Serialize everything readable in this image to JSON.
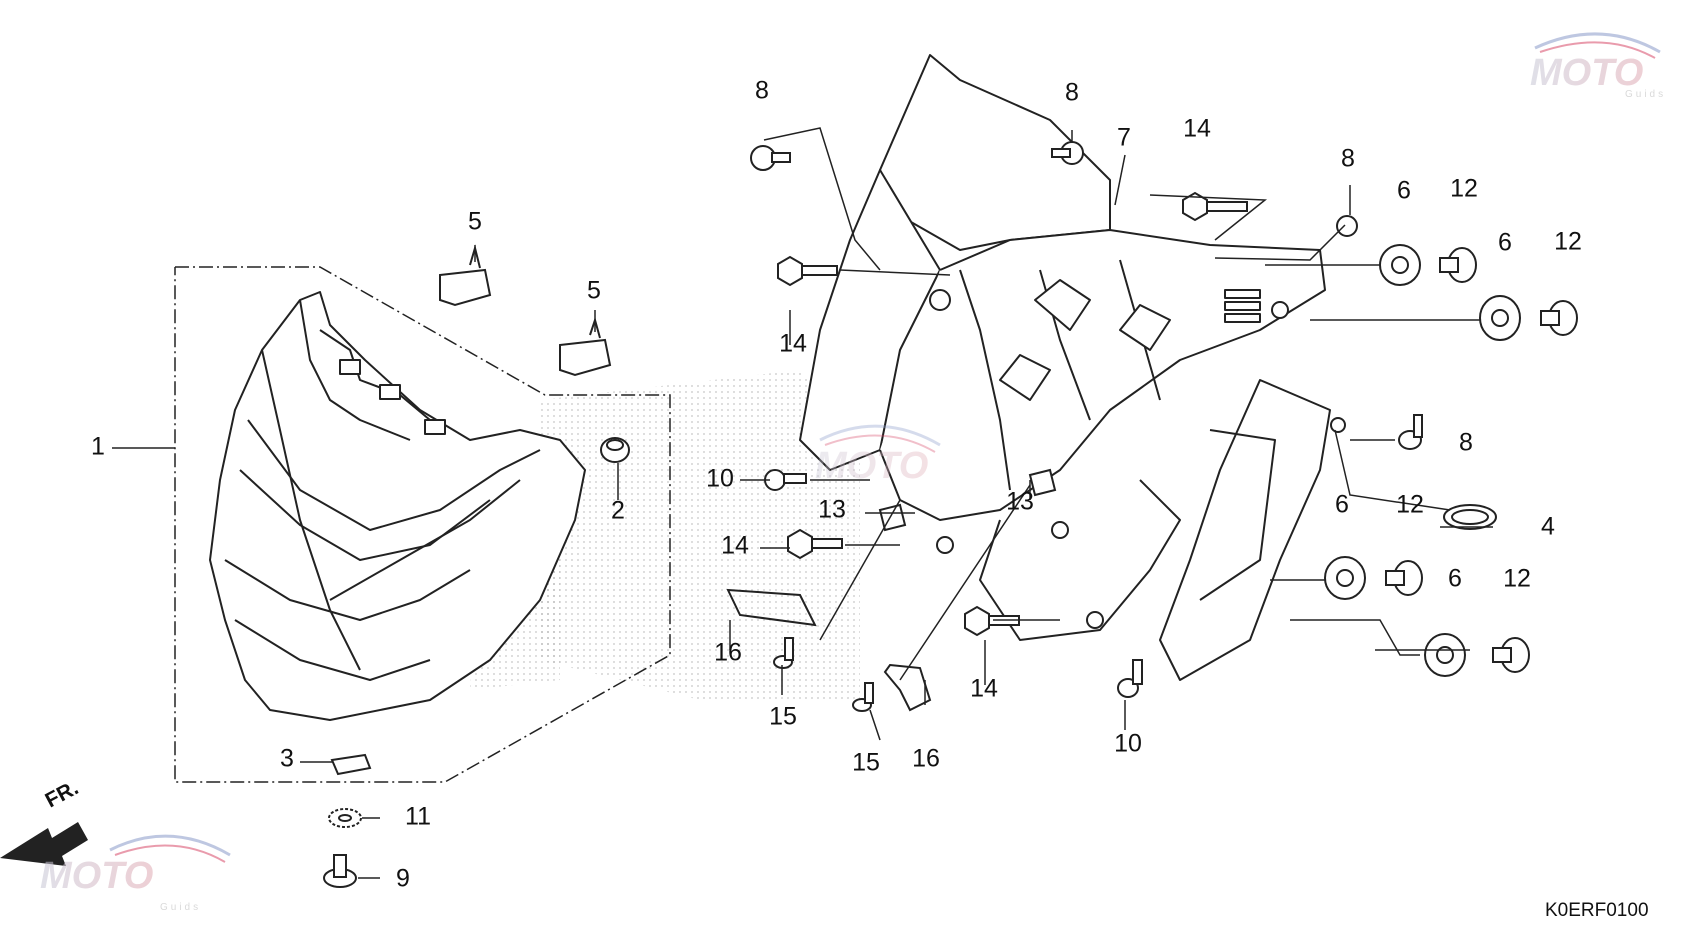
{
  "diagram_code": "K0ERF0100",
  "direction_label": "FR.",
  "watermark": {
    "brand": "MOTO",
    "sub": "Guids"
  },
  "callouts": [
    {
      "id": "c1",
      "label": "1"
    },
    {
      "id": "c2",
      "label": "2"
    },
    {
      "id": "c3",
      "label": "3"
    },
    {
      "id": "c4",
      "label": "4"
    },
    {
      "id": "c5a",
      "label": "5"
    },
    {
      "id": "c5b",
      "label": "5"
    },
    {
      "id": "c6a",
      "label": "6"
    },
    {
      "id": "c6b",
      "label": "6"
    },
    {
      "id": "c6c",
      "label": "6"
    },
    {
      "id": "c6d",
      "label": "6"
    },
    {
      "id": "c7",
      "label": "7"
    },
    {
      "id": "c8a",
      "label": "8"
    },
    {
      "id": "c8b",
      "label": "8"
    },
    {
      "id": "c8c",
      "label": "8"
    },
    {
      "id": "c8d",
      "label": "8"
    },
    {
      "id": "c9",
      "label": "9"
    },
    {
      "id": "c10a",
      "label": "10"
    },
    {
      "id": "c10b",
      "label": "10"
    },
    {
      "id": "c11",
      "label": "11"
    },
    {
      "id": "c12a",
      "label": "12"
    },
    {
      "id": "c12b",
      "label": "12"
    },
    {
      "id": "c12c",
      "label": "12"
    },
    {
      "id": "c12d",
      "label": "12"
    },
    {
      "id": "c13a",
      "label": "13"
    },
    {
      "id": "c13b",
      "label": "13"
    },
    {
      "id": "c14a",
      "label": "14"
    },
    {
      "id": "c14b",
      "label": "14"
    },
    {
      "id": "c14c",
      "label": "14"
    },
    {
      "id": "c14d",
      "label": "14"
    },
    {
      "id": "c15a",
      "label": "15"
    },
    {
      "id": "c15b",
      "label": "15"
    },
    {
      "id": "c16a",
      "label": "16"
    },
    {
      "id": "c16b",
      "label": "16"
    }
  ]
}
